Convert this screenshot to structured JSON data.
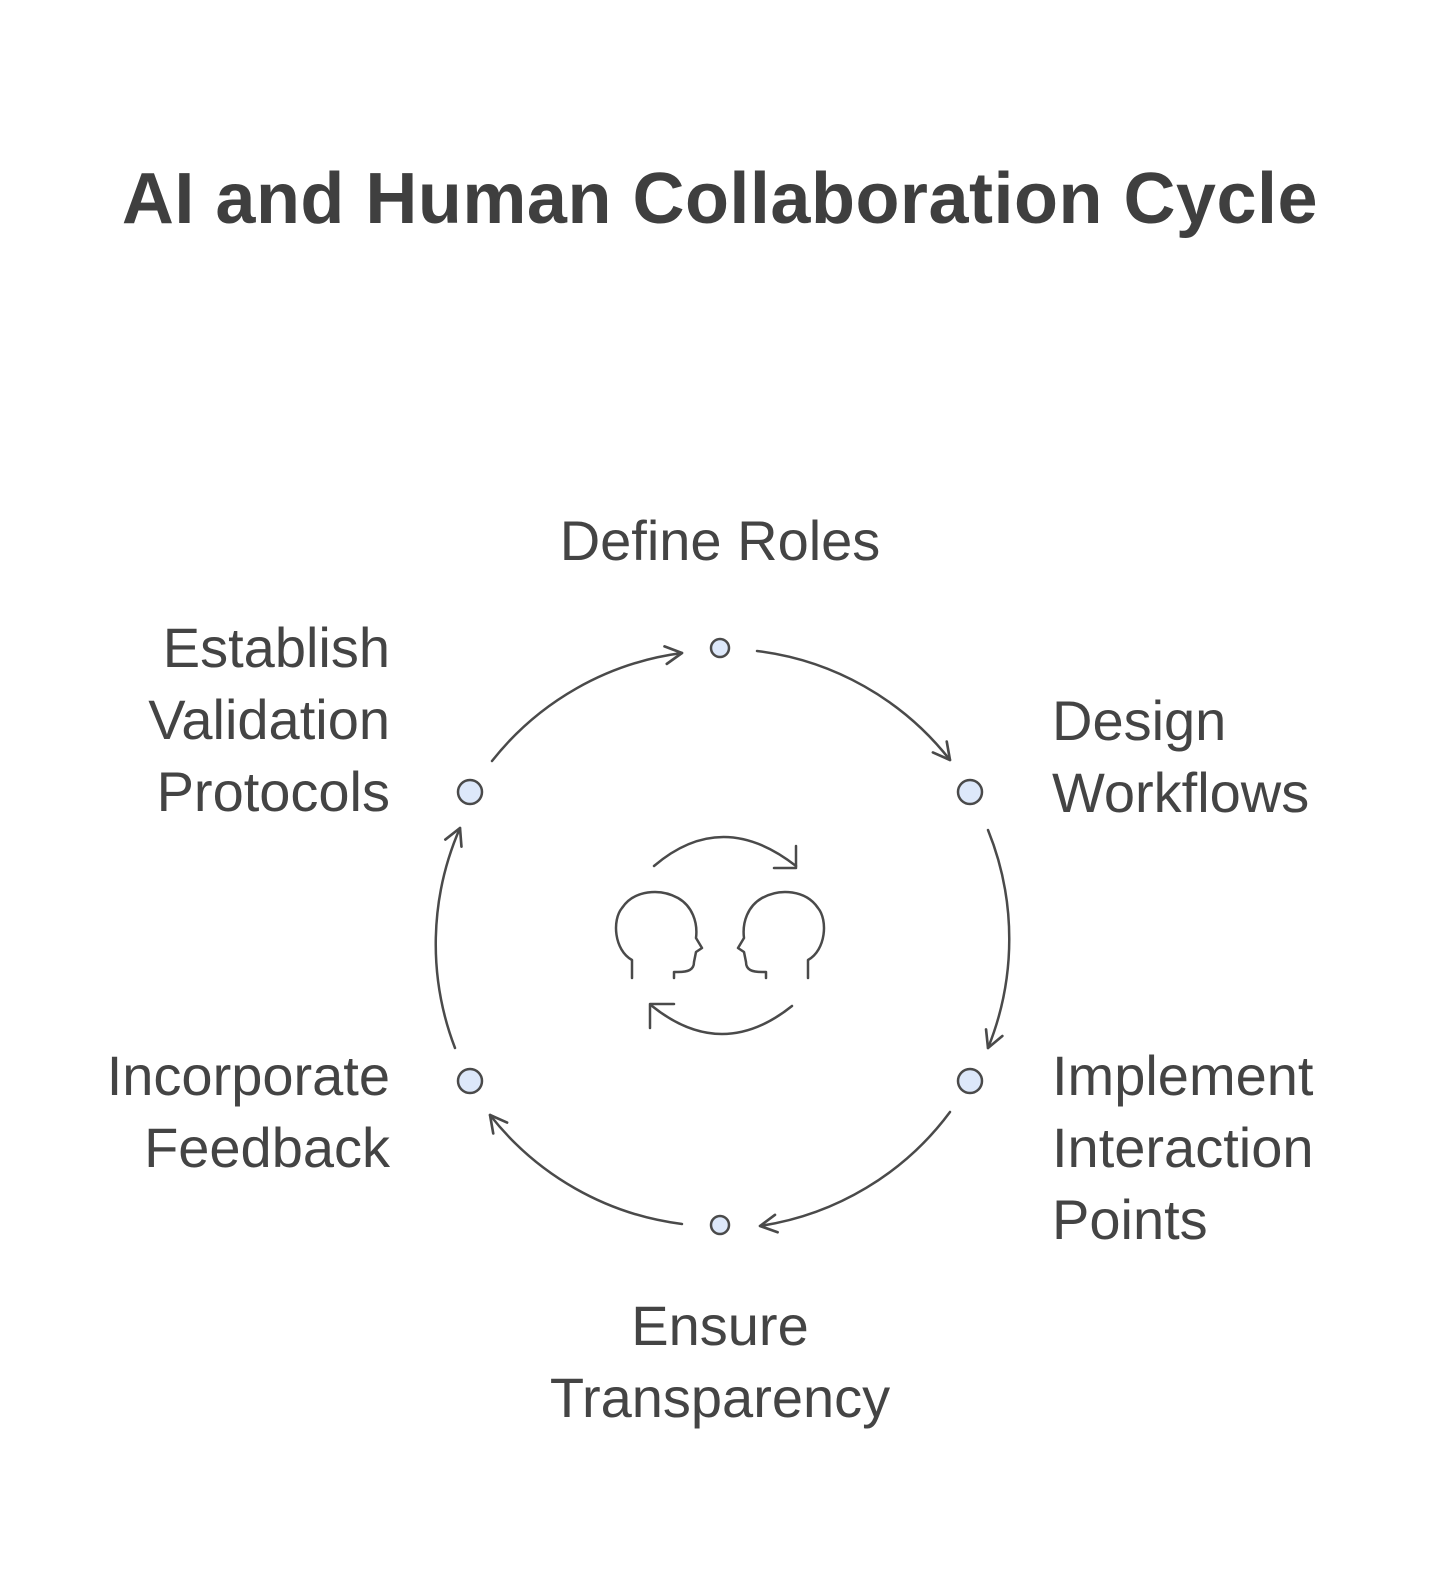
{
  "title": "AI and Human Collaboration Cycle",
  "steps": [
    {
      "lines": [
        "Define Roles"
      ]
    },
    {
      "lines": [
        "Design",
        "Workflows"
      ]
    },
    {
      "lines": [
        "Implement",
        "Interaction",
        "Points"
      ]
    },
    {
      "lines": [
        "Ensure",
        "Transparency"
      ]
    },
    {
      "lines": [
        "Incorporate",
        "Feedback"
      ]
    },
    {
      "lines": [
        "Establish",
        "Validation",
        "Protocols"
      ]
    }
  ],
  "center_icon": "two-heads-collaboration-icon",
  "colors": {
    "text": "#444444",
    "stroke": "#4a4a4a",
    "node_fill": "#dde8fa"
  }
}
